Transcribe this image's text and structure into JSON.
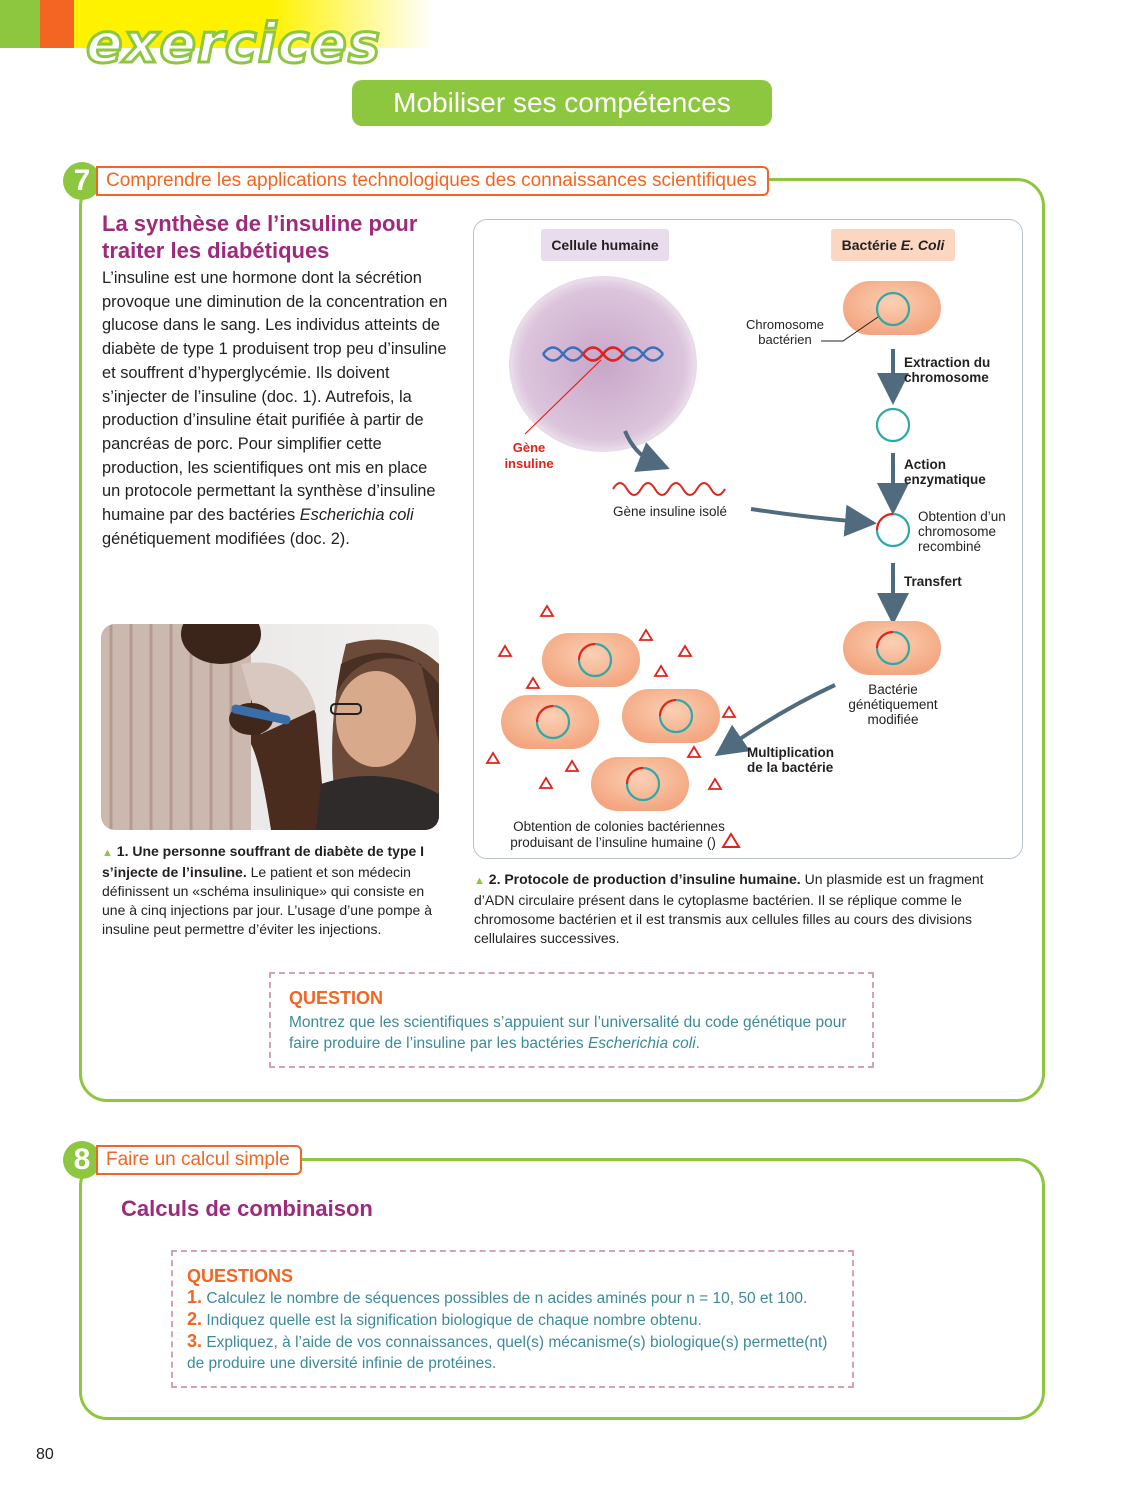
{
  "header": {
    "title": "exercices",
    "banner": "Mobiliser ses compétences"
  },
  "ex7": {
    "number": "7",
    "tag": "Comprendre les applications technologiques des connaissances scientifiques",
    "title_line1": "La synthèse de l’insuline pour",
    "title_line2": "traiter les diabétiques",
    "body_before_italic": "L’insuline est une hormone dont la sécrétion provoque une diminution de la concentration en glucose dans le sang. Les individus atteints de diabète de type 1 produisent trop peu d’insuline et souffrent d’hyperglycémie. Ils doivent s’injecter de l’insuline (doc. 1). Autrefois, la production d’insuline était purifiée à partir de pancréas de porc. Pour simplifier cette production, les scientifiques ont mis en place un protocole permettant la synthèse d’insuline humaine par des bactéries ",
    "body_italic": "Escherichia coli",
    "body_after_italic": " génétiquement modifiées (doc. 2).",
    "doc1_caption_bold": "1. Une personne souffrant de diabète de type I s’injecte de l’insuline.",
    "doc1_caption": " Le patient et son médecin définissent un «schéma insulinique» qui consiste en une à cinq injections par jour. L’usage d’une pompe à insuline peut permettre d’éviter les injections.",
    "doc2_caption_bold": "2. Protocole de production d’insuline humaine.",
    "doc2_caption": " Un plasmide est un fragment d’ADN circulaire présent dans le cytoplasme bactérien. Il se réplique comme le chromosome bactérien et il est transmis aux cellules filles au cours des divisions cellulaires successives.",
    "diagram": {
      "human_cell": "Cellule humaine",
      "bacteria_prefix": "Bactérie ",
      "bacteria_italic": "E. Coli",
      "chromosome_l1": "Chromosome",
      "chromosome_l2": "bactérien",
      "gene_l1": "Gène",
      "gene_l2": "insuline",
      "gene_isolated": "Gène insuline isolé",
      "extraction_l1": "Extraction du",
      "extraction_l2": "chromosome",
      "action_l1": "Action",
      "action_l2": "enzymatique",
      "recomb_l1": "Obtention d’un",
      "recomb_l2": "chromosome",
      "recomb_l3": "recombiné",
      "transfer": "Transfert",
      "gm_l1": "Bactérie",
      "gm_l2": "génétiquement",
      "gm_l3": "modifiée",
      "mult_l1": "Multiplication",
      "mult_l2": "de la bactérie",
      "colonies_l1": "Obtention de colonies bactériennes",
      "colonies_l2_before": "produisant de l’insuline humaine (",
      "colonies_l2_after": ")"
    },
    "question_title": "QUESTION",
    "question_before": "Montrez que les scientifiques s’appuient sur l’universalité du code génétique pour faire produire de l’insuline par les bactéries ",
    "question_italic": "Escherichia coli",
    "question_after": "."
  },
  "ex8": {
    "number": "8",
    "tag": "Faire un calcul simple",
    "title": "Calculs de combinaison",
    "questions_title": "QUESTIONS",
    "q1_num": "1.",
    "q1": " Calculez le nombre de séquences possibles de n acides aminés pour n = 10, 50 et 100.",
    "q2_num": "2.",
    "q2": " Indiquez quelle est la signification biologique de chaque nombre obtenu.",
    "q3_num": "3.",
    "q3": " Expliquez, à l’aide de vos connaissances, quel(s) mécanisme(s) biologique(s) permette(nt) de produire une diversité infinie de protéines."
  },
  "page_number": "80"
}
